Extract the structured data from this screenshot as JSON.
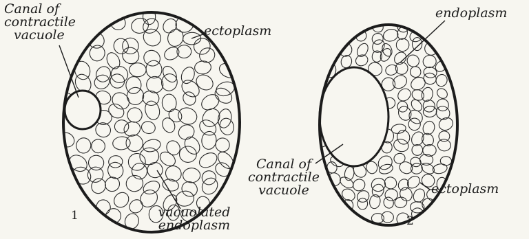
{
  "figure1": {
    "canal_label": [
      "Canal of",
      "contractile",
      "vacuole"
    ],
    "ectoplasm_label": "ectoplasm",
    "endoplasm_label": [
      "vacuolated",
      "endoplasm"
    ],
    "number": "1"
  },
  "figure2": {
    "endoplasm_label": "endoplasm",
    "canal_label": [
      "Canal of",
      "contractile",
      "vacuole"
    ],
    "ectoplasm_label": "ectoplasm",
    "number": "2"
  },
  "colors": {
    "ink": "#1c1c1c",
    "paper": "#f7f6f0"
  }
}
